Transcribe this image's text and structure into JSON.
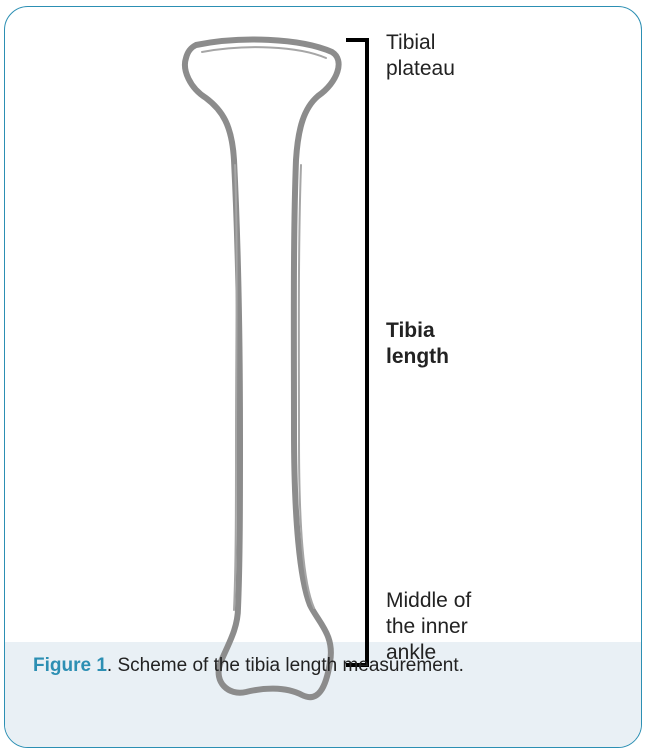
{
  "labels": {
    "top": [
      "Tibial",
      "plateau"
    ],
    "middle": [
      "Tibia",
      "length"
    ],
    "bottom": [
      "Middle of",
      "the inner",
      "ankle"
    ]
  },
  "caption": {
    "figure_label": "Figure 1",
    "text": ". Scheme of the tibia length measurement."
  },
  "colors": {
    "frame": "#2c8fb3",
    "caption_band": "#e9f0f5",
    "bone_outline": "#8c8c8c",
    "bracket": "#000000"
  }
}
